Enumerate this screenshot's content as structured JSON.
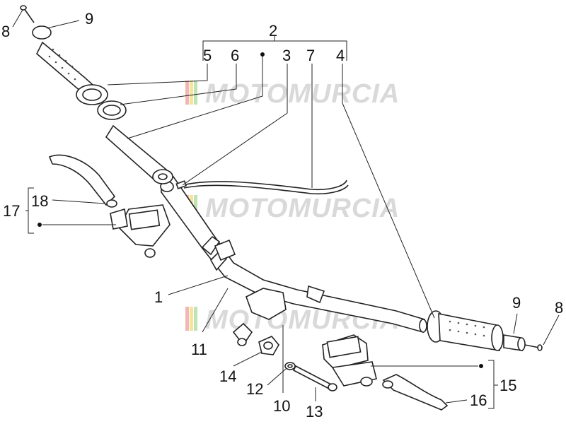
{
  "labels": {
    "l1": "1",
    "l2": "2",
    "l3": "3",
    "l4": "4",
    "l5": "5",
    "l6": "6",
    "l7": "7",
    "l8a": "8",
    "l8b": "8",
    "l9a": "9",
    "l9b": "9",
    "l10": "10",
    "l11": "11",
    "l12": "12",
    "l13": "13",
    "l14": "14",
    "l15": "15",
    "l16": "16",
    "l17": "17",
    "l18": "18"
  },
  "watermark": {
    "text": "MOTOMURCIA",
    "stripe_colors": [
      "#f3b6b6",
      "#f7e39a",
      "#bfe3b2"
    ]
  },
  "colors": {
    "line": "#222222",
    "label": "#111111",
    "watermark": "#d9d9d9",
    "background": "#ffffff"
  }
}
